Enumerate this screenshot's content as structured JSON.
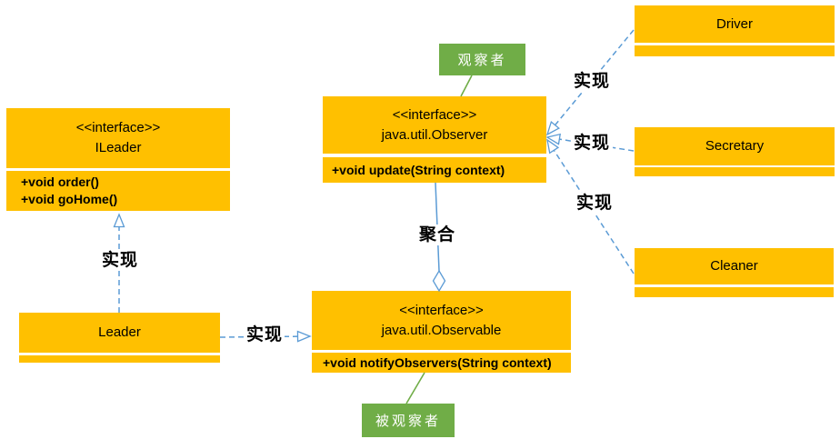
{
  "diagram": {
    "kind": "uml-class-diagram-observer-pattern"
  },
  "colors": {
    "class_fill": "#FFC000",
    "note_fill": "#70AD47",
    "note_text": "#FFFFFF",
    "connector_blue": "#5B9BD5",
    "connector_green": "#70AD47",
    "text": "#000000"
  },
  "classes": {
    "ileader": {
      "stereotype": "<<interface>>",
      "name": "ILeader",
      "methods": [
        "+void order()",
        "+void goHome()"
      ]
    },
    "observer": {
      "stereotype": "<<interface>>",
      "name": "java.util.Observer",
      "methods": [
        "+void update(String context)"
      ]
    },
    "observable": {
      "stereotype": "<<interface>>",
      "name": "java.util.Observable",
      "methods": [
        "+void notifyObservers(String context)"
      ]
    },
    "leader": {
      "name": "Leader"
    },
    "driver": {
      "name": "Driver"
    },
    "secretary": {
      "name": "Secretary"
    },
    "cleaner": {
      "name": "Cleaner"
    }
  },
  "notes": {
    "observer_note": "观察者",
    "observable_note": "被观察者"
  },
  "edge_labels": {
    "realize": "实现",
    "aggregation": "聚合"
  }
}
